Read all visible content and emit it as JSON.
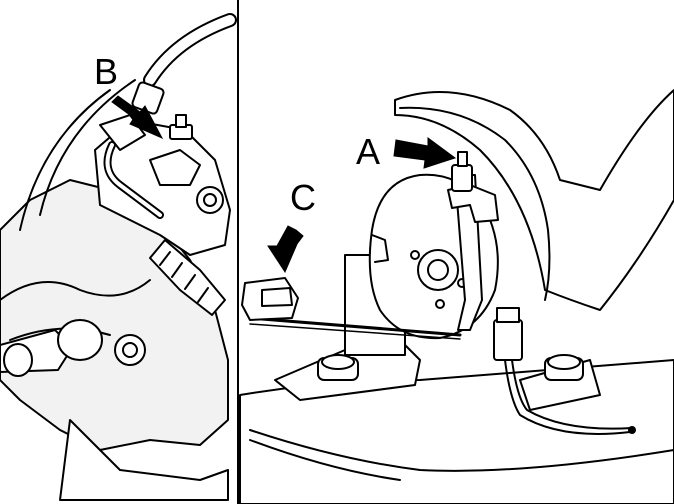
{
  "callouts": {
    "a": "A",
    "b": "B",
    "c": "C"
  },
  "colors": {
    "line": "#000000",
    "fill": "#ffffff",
    "tint": "#f2f2f2"
  }
}
